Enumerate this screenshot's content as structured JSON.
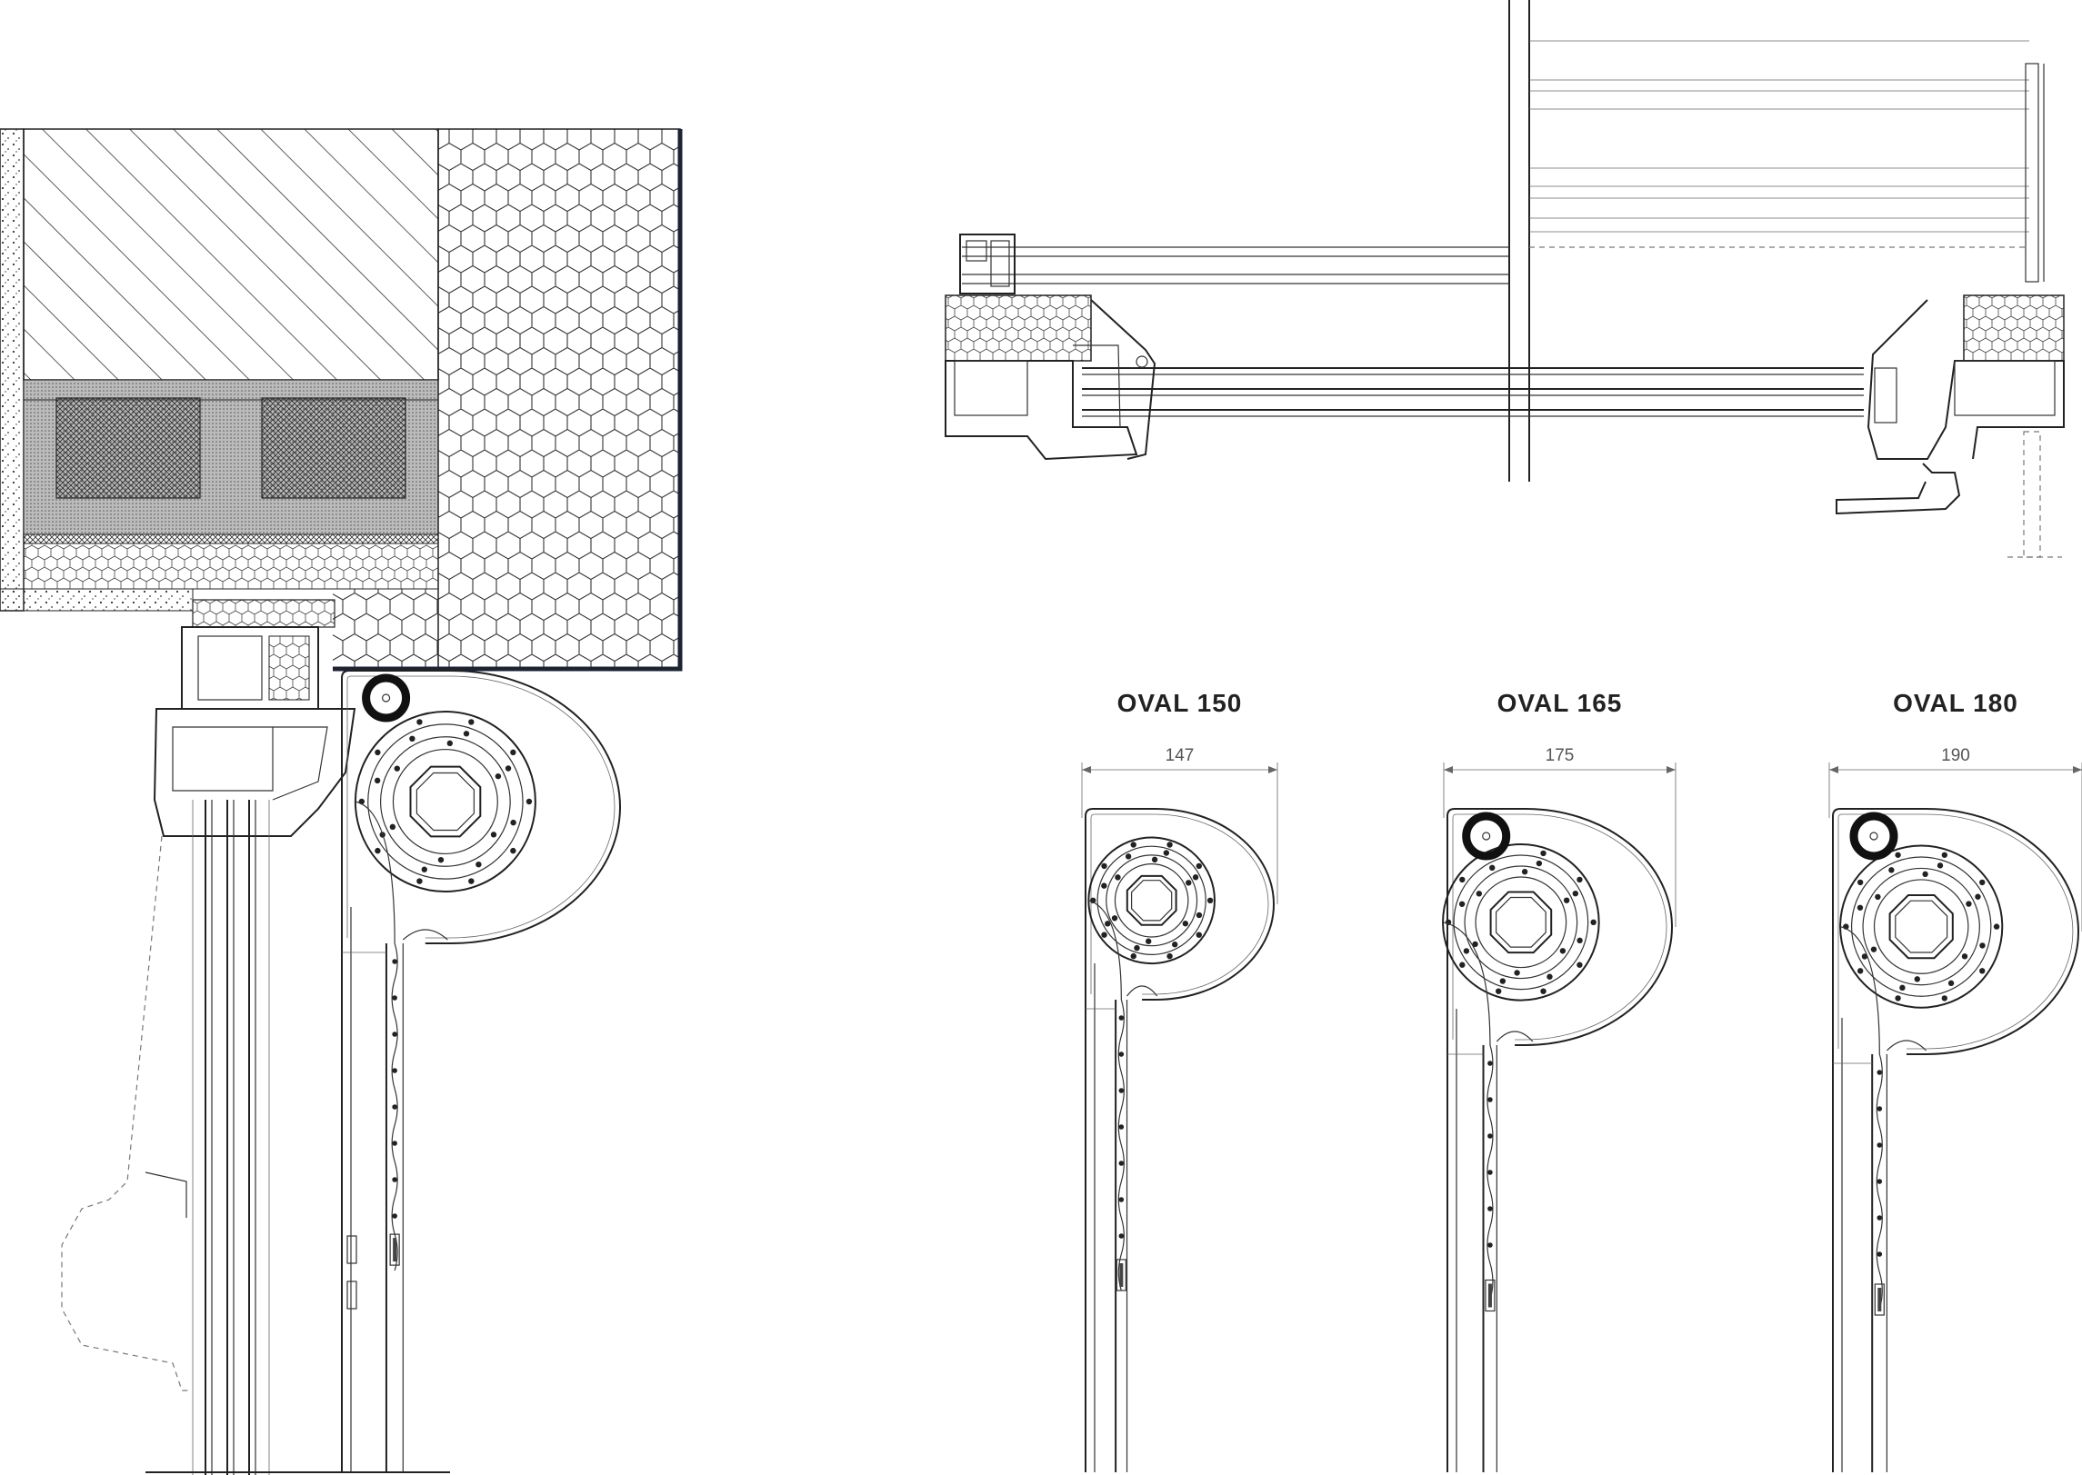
{
  "variants": [
    {
      "title": "OVAL 150",
      "width_label": "147"
    },
    {
      "title": "OVAL 165",
      "width_label": "175"
    },
    {
      "title": "OVAL 180",
      "width_label": "190"
    }
  ],
  "colors": {
    "line": "#222222",
    "frame": "#1c2333",
    "hatch": "#444444"
  }
}
